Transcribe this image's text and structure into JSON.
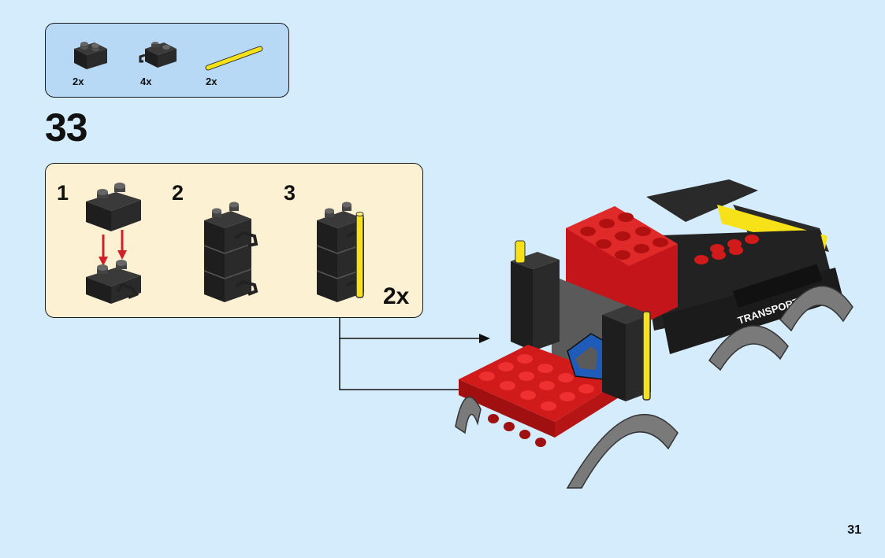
{
  "parts_list": [
    {
      "icon": "brick-1x2-black-icon",
      "qty": "2x"
    },
    {
      "icon": "brick-1x2-clip-black-icon",
      "qty": "4x"
    },
    {
      "icon": "bar-yellow-icon",
      "qty": "2x"
    }
  ],
  "step": {
    "number": "33"
  },
  "substeps": [
    {
      "number": "1"
    },
    {
      "number": "2"
    },
    {
      "number": "3"
    }
  ],
  "substep_qty": "2x",
  "model": {
    "label": "TRANSPORT"
  },
  "page": {
    "number": "31"
  },
  "colors": {
    "page_bg": "#d4ecfb",
    "parts_bg": "#b7d9f5",
    "substep_bg": "#fdf1d3",
    "brick_black": "#1e1e1e",
    "brick_red": "#d11a1a",
    "bar_yellow": "#f7e21a",
    "arrow_red": "#d0202a"
  }
}
